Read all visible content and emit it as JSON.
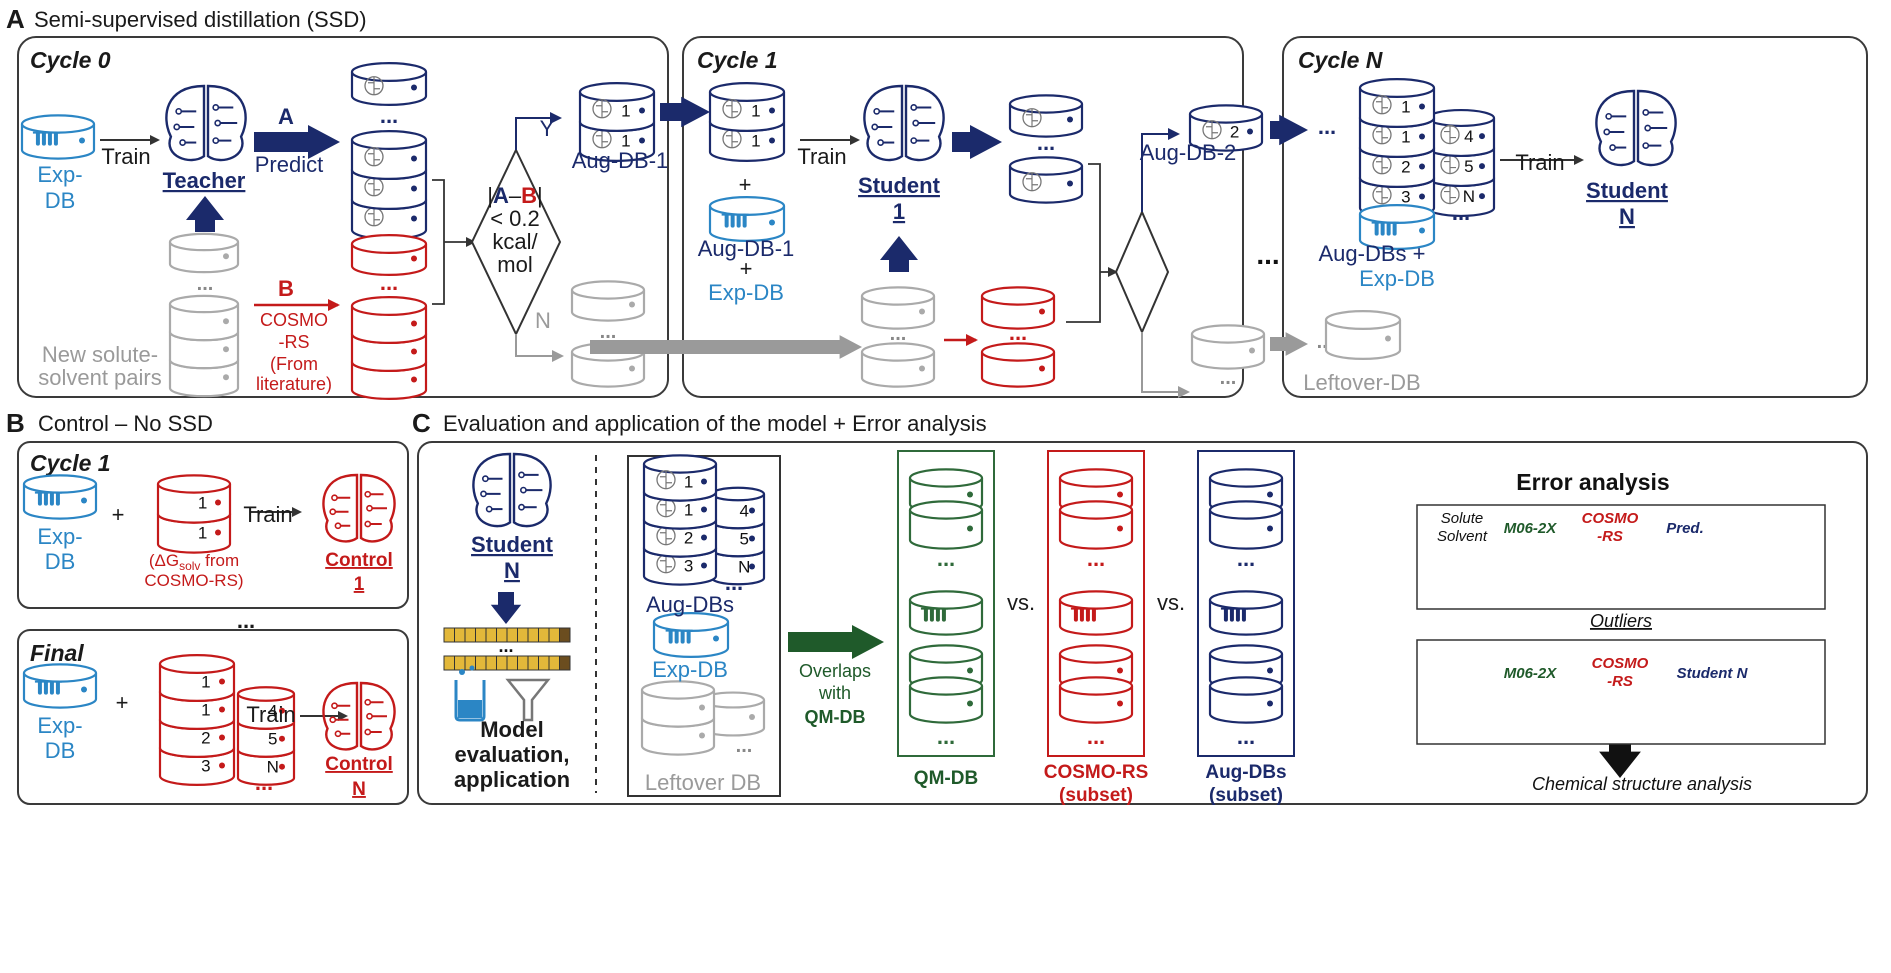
{
  "colors": {
    "navy": "#1b2a6b",
    "blue": "#2b86c5",
    "red": "#c41a1a",
    "gray": "#a8a8a8",
    "green": "#1f5a2a",
    "dark": "#2a2a2a"
  },
  "panelA": {
    "letter": "A",
    "title": "Semi-supervised distillation (SSD)",
    "cycle0": {
      "title": "Cycle 0",
      "expdb": [
        "Exp-",
        "DB"
      ],
      "train": "Train",
      "teacher": "Teacher",
      "arrowA": "A",
      "predict": "Predict",
      "arrowB": "B",
      "cosmo": [
        "COSMO",
        "-RS",
        "(From",
        "literature)"
      ],
      "newPairs": [
        "New solute-",
        "solvent pairs"
      ],
      "dots": "...",
      "decision": [
        "|A–B|",
        "< 0.2",
        "kcal/",
        "mol"
      ],
      "yes": "Y",
      "no": "N",
      "augdb1": "Aug-DB-1",
      "num1": "1"
    },
    "cycle1": {
      "title": "Cycle 1",
      "plus": "+",
      "augdb1": "Aug-DB-1",
      "expdb": "Exp-DB",
      "train": "Train",
      "student": [
        "Student",
        "1"
      ],
      "augdb2": "Aug-DB-2",
      "num2": "2"
    },
    "cycleN": {
      "title": "Cycle N",
      "stack_left": [
        "1",
        "1",
        "2",
        "3"
      ],
      "stack_right": [
        "4",
        "5",
        "N"
      ],
      "augdbs": "Aug-DBs +",
      "expdb": "Exp-DB",
      "train": "Train",
      "student": [
        "Student",
        "N"
      ],
      "leftover": "Leftover-DB"
    }
  },
  "panelB": {
    "letter": "B",
    "title": "Control – No SSD",
    "cycle1": {
      "title": "Cycle 1",
      "expdb": [
        "Exp-",
        "DB"
      ],
      "plus": "+",
      "stack": [
        "1",
        "1"
      ],
      "dg": "(ΔG",
      "dgSub": "solv",
      "dgTail": " from",
      "cosmo": "COSMO-RS)",
      "train": "Train",
      "control": [
        "Control",
        "1"
      ]
    },
    "ellipsis": "...",
    "final": {
      "title": "Final",
      "expdb": [
        "Exp-",
        "DB"
      ],
      "plus": "+",
      "stack_left": [
        "1",
        "1",
        "2",
        "3"
      ],
      "stack_right": [
        "4",
        "5",
        "N"
      ],
      "train": "Train",
      "control": [
        "Control",
        "N"
      ]
    }
  },
  "panelC": {
    "letter": "C",
    "title": "Evaluation and application of the model + Error analysis",
    "student": [
      "Student",
      "N"
    ],
    "dots": "...",
    "modelEval": [
      "Model",
      "evaluation,",
      "application"
    ],
    "stack_left": [
      "1",
      "1",
      "2",
      "3"
    ],
    "stack_right": [
      "4",
      "5",
      "N"
    ],
    "augdbs": "Aug-DBs",
    "expdb": "Exp-DB",
    "leftover": "Leftover DB",
    "overlaps": [
      "Overlaps",
      "with"
    ],
    "qmdb": "QM-DB",
    "vs": "vs.",
    "qmLabel": "QM-DB",
    "cosmoLabel": [
      "COSMO-RS",
      "(subset)"
    ],
    "augLabel": [
      "Aug-DBs",
      "(subset)"
    ],
    "errorTitle": "Error analysis",
    "table1": {
      "solute": "Solute",
      "solvent": "Solvent",
      "m06": "M06-2X",
      "cosmo": [
        "COSMO",
        "-RS"
      ],
      "pred": "Pred."
    },
    "outliers": "Outliers",
    "table2": {
      "m06": "M06-2X",
      "cosmo": [
        "COSMO",
        "-RS"
      ],
      "student": "Student N"
    },
    "chem": "Chemical structure analysis"
  }
}
